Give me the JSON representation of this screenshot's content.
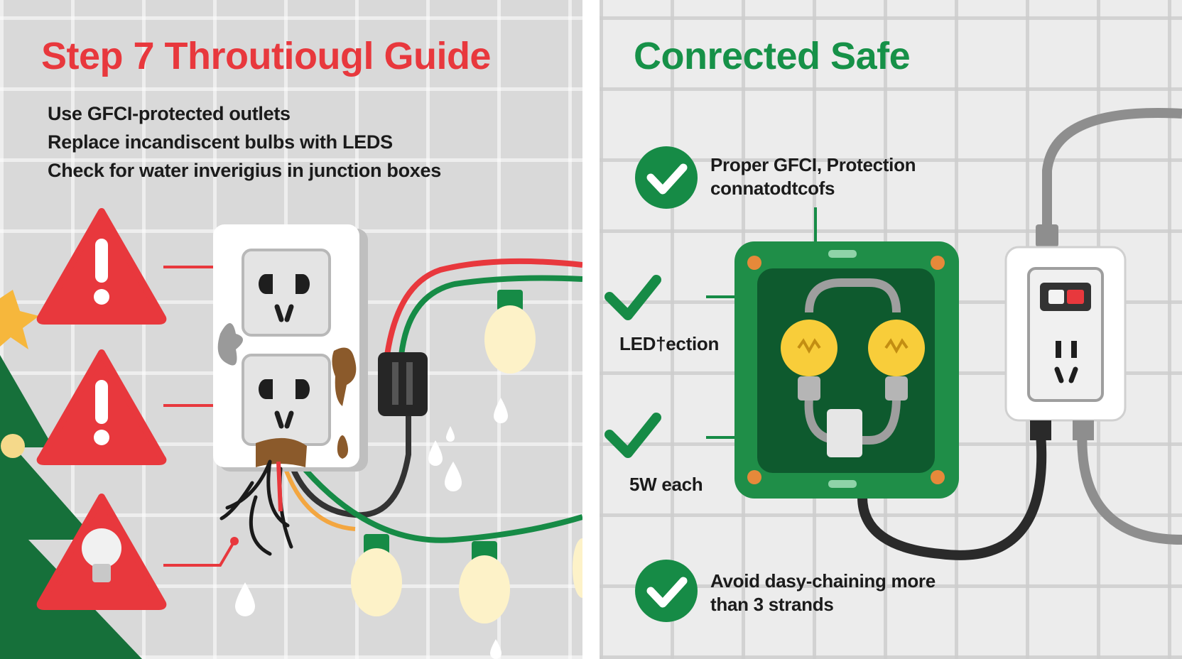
{
  "left_panel": {
    "title": "Step 7 Throutiougl Guide",
    "tips": [
      "Use GFCI-protected outlets",
      "Replace incandiscent bulbs with LEDS",
      "Check for water inverigius in junction boxes"
    ],
    "icons": [
      "warning-triangle-icon",
      "warning-triangle-icon",
      "bulb-warning-icon",
      "star-icon",
      "tree-icon"
    ]
  },
  "right_panel": {
    "title": "Conrected Safe",
    "checks": [
      {
        "line1": "Proper GFCI, Protection",
        "line2": "connatodtcofs"
      },
      {
        "line1": "LED†ection"
      },
      {
        "line1": "5W each"
      },
      {
        "line1": "Avoid dasy-chaining more",
        "line2": "than 3 strands"
      }
    ],
    "icons": [
      "check-circle-icon",
      "check-icon",
      "junction-box-icon",
      "gfci-outlet-icon"
    ]
  },
  "colors": {
    "danger_red": "#e8383d",
    "safe_green": "#169148",
    "panel_left_bg": "#d9d9d9",
    "panel_right_bg": "#ececec"
  }
}
